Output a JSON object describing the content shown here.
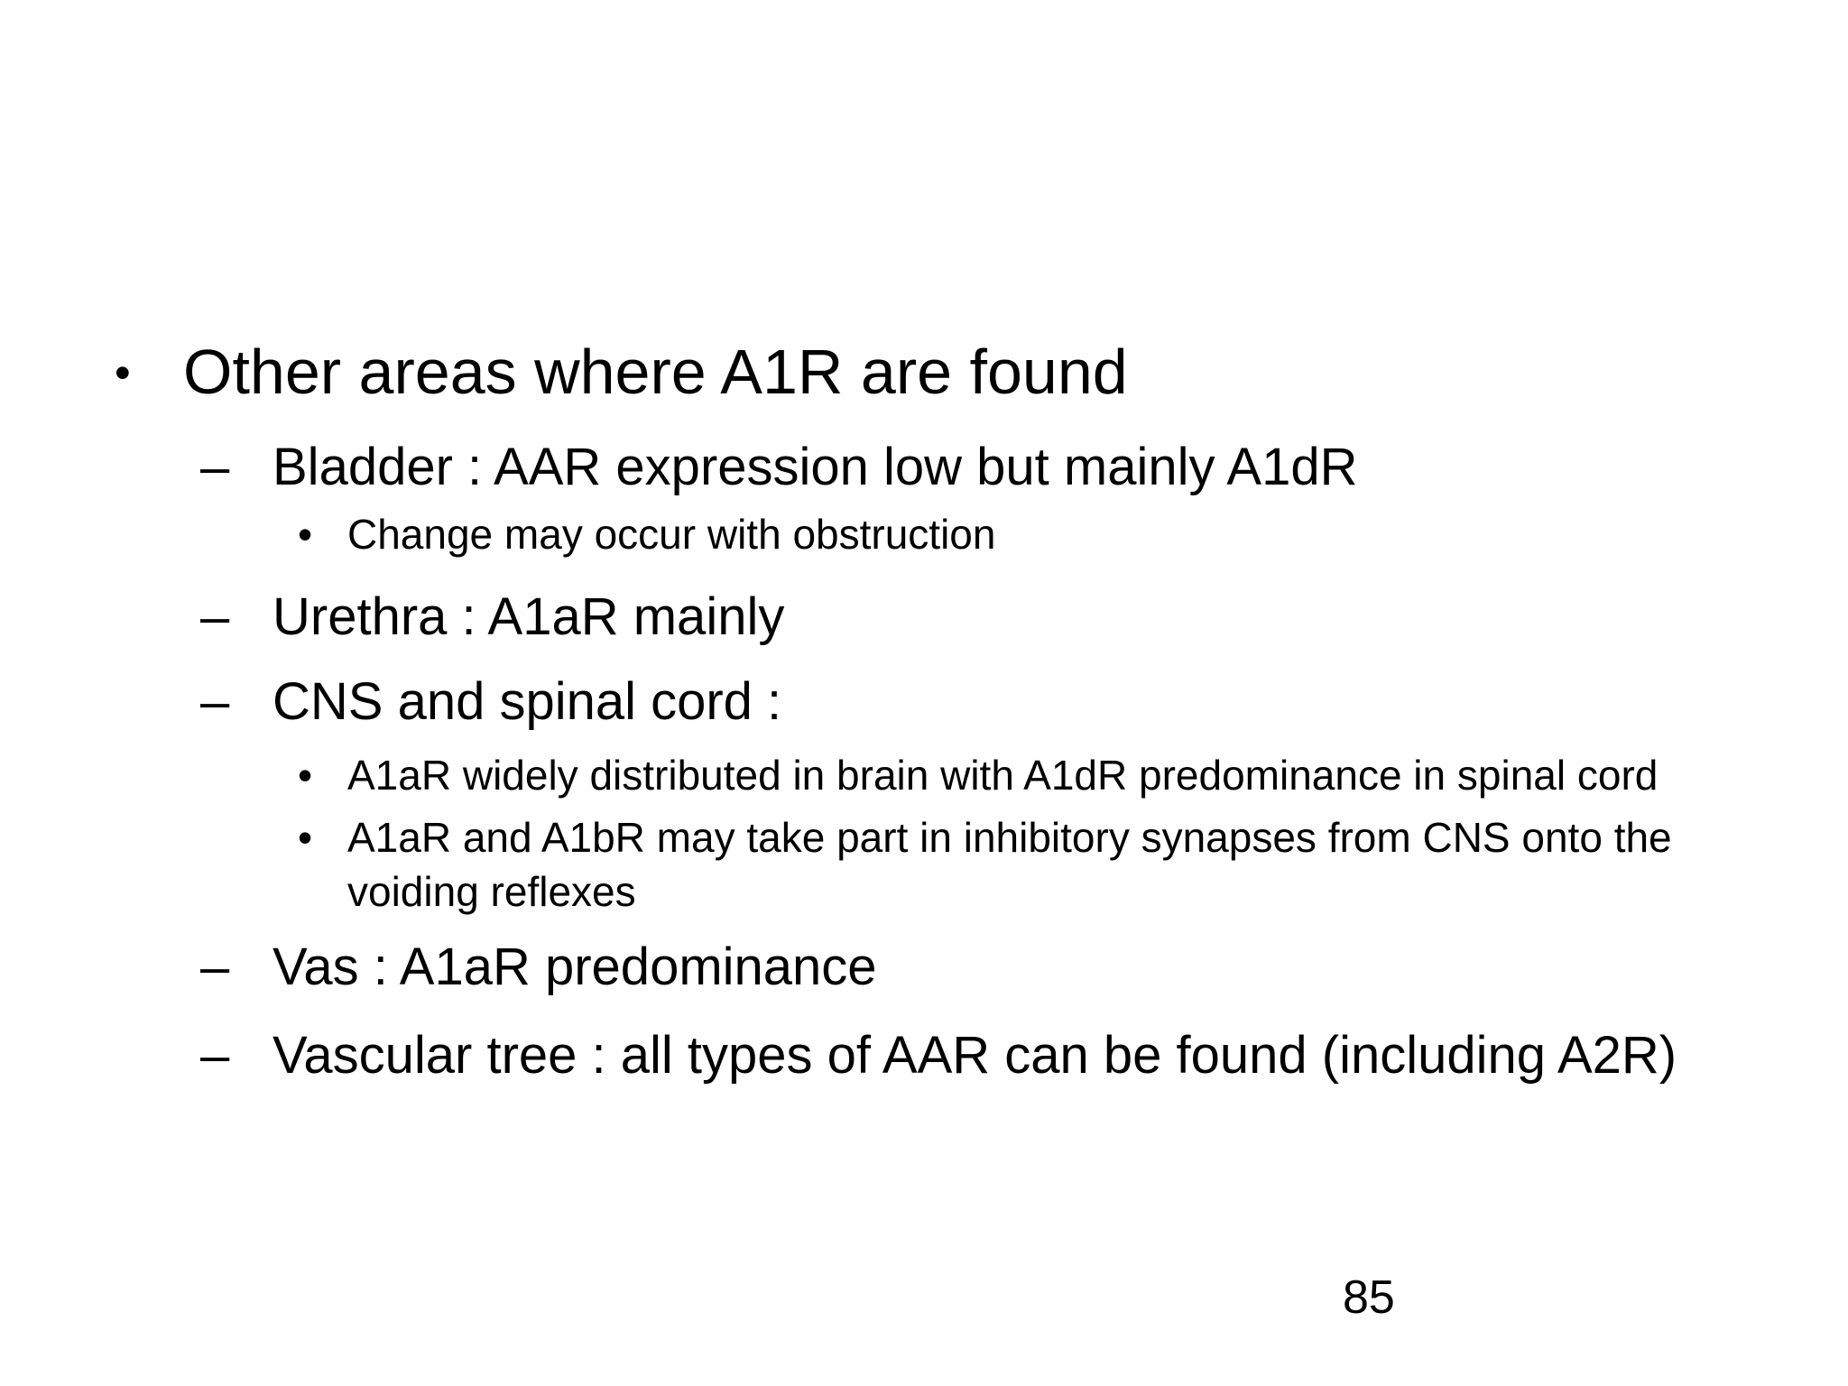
{
  "slide": {
    "background_color": "#ffffff",
    "text_color": "#000000",
    "page_number": "85",
    "items": [
      {
        "level": 1,
        "marker": "•",
        "text": "Other areas where A1R are found"
      },
      {
        "level": 2,
        "marker": "–",
        "text": "Bladder : AAR expression low but mainly A1dR"
      },
      {
        "level": 3,
        "marker": "•",
        "text": "Change may occur with obstruction"
      },
      {
        "level": 2,
        "marker": "–",
        "text": "Urethra : A1aR mainly"
      },
      {
        "level": 2,
        "marker": "–",
        "text": "CNS and spinal cord :"
      },
      {
        "level": 3,
        "marker": "•",
        "text": "A1aR widely distributed in brain with A1dR predominance in spinal cord"
      },
      {
        "level": 3,
        "marker": "•",
        "text": "A1aR and A1bR may take part in inhibitory synapses from CNS onto the voiding reflexes"
      },
      {
        "level": 2,
        "marker": "–",
        "text": "Vas : A1aR predominance"
      },
      {
        "level": 2,
        "marker": "–",
        "text": "Vascular tree : all types of AAR can be found (including A2R)"
      }
    ]
  }
}
